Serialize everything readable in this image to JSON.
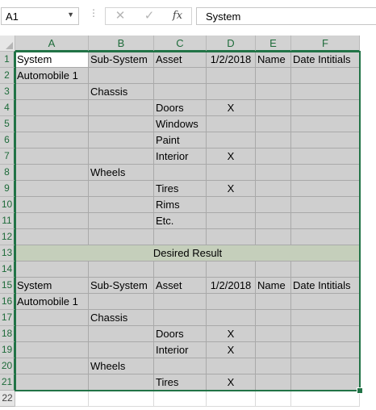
{
  "formula_bar": {
    "name_box": "A1",
    "cancel_icon": "✕",
    "enter_icon": "✓",
    "fx_label": "fx",
    "formula_value": "System"
  },
  "columns": [
    "A",
    "B",
    "C",
    "D",
    "E",
    "F"
  ],
  "rows": [
    "1",
    "2",
    "3",
    "4",
    "5",
    "6",
    "7",
    "8",
    "9",
    "10",
    "11",
    "12",
    "13",
    "14",
    "15",
    "16",
    "17",
    "18",
    "19",
    "20",
    "21",
    "22"
  ],
  "cells": {
    "r1": [
      "System",
      "Sub-System",
      "Asset",
      "1/2/2018",
      "Name",
      "Date Intitials"
    ],
    "r2": [
      "Automobile 1",
      "",
      "",
      "",
      "",
      ""
    ],
    "r3": [
      "",
      "Chassis",
      "",
      "",
      "",
      ""
    ],
    "r4": [
      "",
      "",
      "Doors",
      "X",
      "",
      ""
    ],
    "r5": [
      "",
      "",
      "Windows",
      "",
      "",
      ""
    ],
    "r6": [
      "",
      "",
      "Paint",
      "",
      "",
      ""
    ],
    "r7": [
      "",
      "",
      "Interior",
      "X",
      "",
      ""
    ],
    "r8": [
      "",
      "Wheels",
      "",
      "",
      "",
      ""
    ],
    "r9": [
      "",
      "",
      "Tires",
      "X",
      "",
      ""
    ],
    "r10": [
      "",
      "",
      "Rims",
      "",
      "",
      ""
    ],
    "r11": [
      "",
      "",
      "Etc.",
      "",
      "",
      ""
    ],
    "r12": [
      "",
      "",
      "",
      "",
      "",
      ""
    ],
    "r13_merged": "Desired Result",
    "r14": [
      "",
      "",
      "",
      "",
      "",
      ""
    ],
    "r15": [
      "System",
      "Sub-System",
      "Asset",
      "1/2/2018",
      "Name",
      "Date Intitials"
    ],
    "r16": [
      "Automobile 1",
      "",
      "",
      "",
      "",
      ""
    ],
    "r17": [
      "",
      "Chassis",
      "",
      "",
      "",
      ""
    ],
    "r18": [
      "",
      "",
      "Doors",
      "X",
      "",
      ""
    ],
    "r19": [
      "",
      "",
      "Interior",
      "X",
      "",
      ""
    ],
    "r20": [
      "",
      "Wheels",
      "",
      "",
      "",
      ""
    ],
    "r21": [
      "",
      "",
      "Tires",
      "X",
      "",
      ""
    ],
    "r22": [
      "",
      "",
      "",
      "",
      "",
      ""
    ]
  },
  "colors": {
    "selection_border": "#217346",
    "cell_fill": "#cfcfcf",
    "merged_fill": "#c5cfbb",
    "header_text": "#1e6b3a"
  }
}
